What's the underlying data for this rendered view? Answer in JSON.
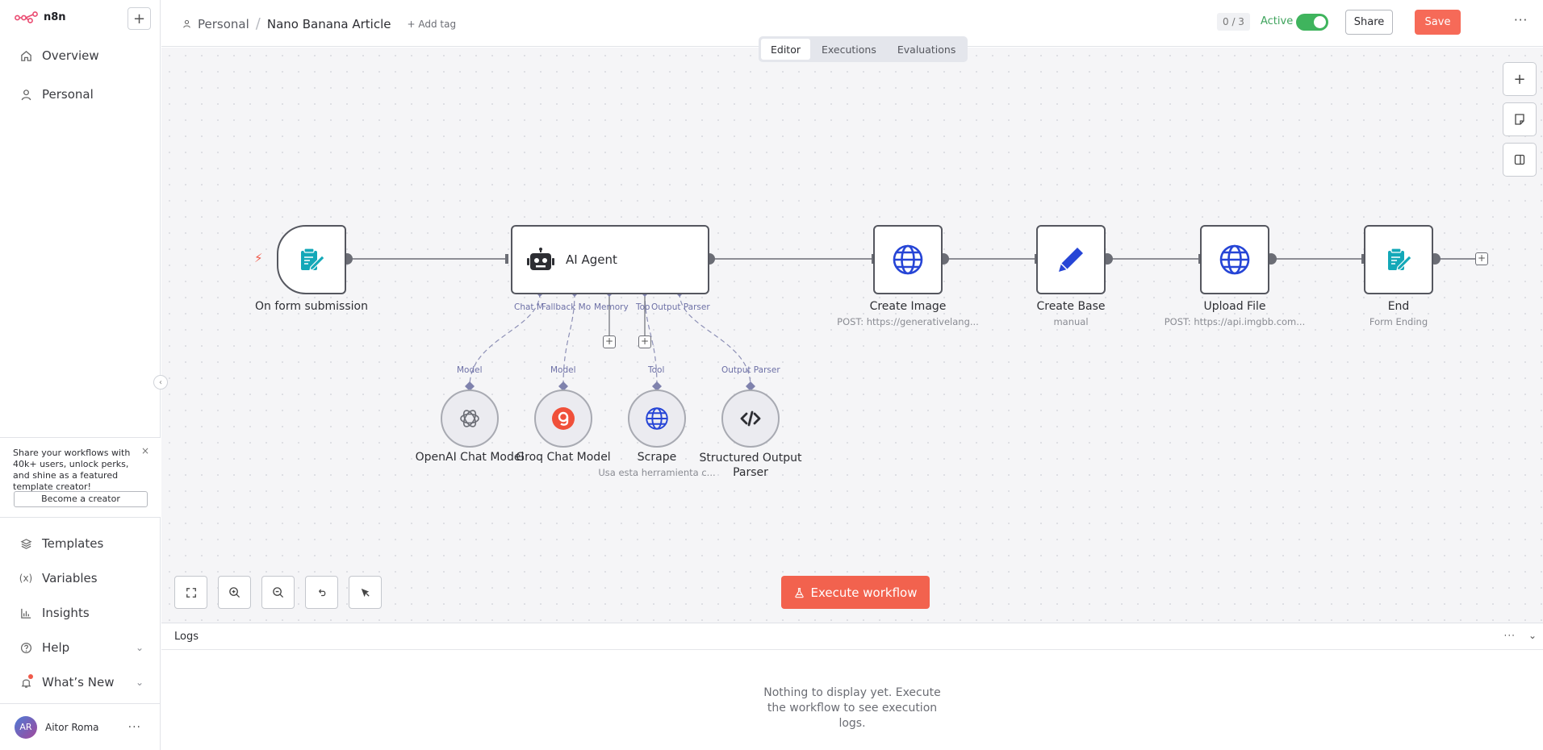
{
  "app": {
    "brand": "n8n"
  },
  "sidebar": {
    "nav": [
      {
        "label": "Overview",
        "icon": "home-icon"
      },
      {
        "label": "Personal",
        "icon": "user-icon"
      }
    ],
    "promo": {
      "text": "Share your workflows with 40k+ users, unlock perks, and shine as a featured template creator!",
      "button": "Become a creator",
      "close": "×"
    },
    "bottom": [
      {
        "label": "Templates",
        "icon": "layers-icon"
      },
      {
        "label": "Variables",
        "icon": "variable-icon"
      },
      {
        "label": "Insights",
        "icon": "chart-icon"
      },
      {
        "label": "Help",
        "icon": "help-icon"
      },
      {
        "label": "What’s New",
        "icon": "bell-icon"
      }
    ],
    "user": {
      "initials": "AR",
      "name": "Aitor Roma"
    }
  },
  "header": {
    "project": "Personal",
    "separator": "/",
    "workflow_name": "Nano Banana Article",
    "add_tag": "+ Add tag",
    "count": "0 / 3",
    "active_label": "Active",
    "share": "Share",
    "save": "Save"
  },
  "tabs": [
    {
      "label": "Editor",
      "active": true
    },
    {
      "label": "Executions",
      "active": false
    },
    {
      "label": "Evaluations",
      "active": false
    }
  ],
  "nodes": {
    "trigger": {
      "label": "On form submission"
    },
    "agent": {
      "label": "AI Agent"
    },
    "create_image": {
      "label": "Create Image",
      "sub": "POST: https://generativelang..."
    },
    "create_base": {
      "label": "Create Base",
      "sub": "manual"
    },
    "upload_file": {
      "label": "Upload File",
      "sub": "POST: https://api.imgbb.com..."
    },
    "end": {
      "label": "End",
      "sub": "Form Ending"
    },
    "openai": {
      "label": "OpenAI Chat Model"
    },
    "groq": {
      "label": "Groq Chat Model"
    },
    "scrape": {
      "label": "Scrape",
      "sub": "Usa esta herramienta c..."
    },
    "parser": {
      "label": "Structured Output Parser"
    }
  },
  "ports": {
    "agent": [
      "Chat M",
      "Fallback Mo",
      "Memory",
      "Too",
      "Output Parser"
    ],
    "subnodes": [
      "Model",
      "Model",
      "Tool",
      "Output Parser"
    ]
  },
  "toolbar": {
    "execute": "Execute workflow"
  },
  "logs": {
    "title": "Logs",
    "empty": "Nothing to display yet. Execute the workflow to see execution logs."
  },
  "colors": {
    "accent": "#f2624e",
    "active": "#3fb45d",
    "port": "#6d70a6"
  }
}
